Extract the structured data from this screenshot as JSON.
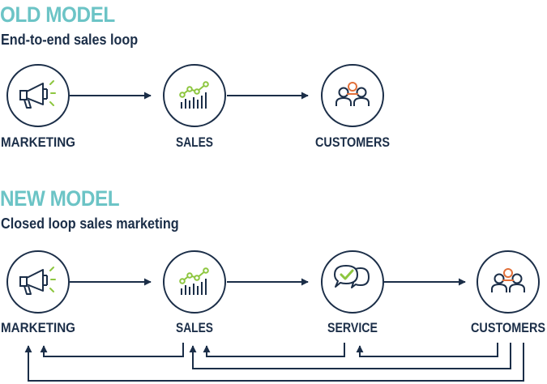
{
  "colors": {
    "heading": "#6cc4c6",
    "navy": "#1b2e48",
    "accent_green": "#8dc63f",
    "accent_orange": "#e2703a"
  },
  "old_model": {
    "title": "OLD MODEL",
    "subtitle": "End-to-end sales loop",
    "nodes": [
      {
        "label": "MARKETING",
        "icon": "megaphone-icon"
      },
      {
        "label": "SALES",
        "icon": "sales-chart-icon"
      },
      {
        "label": "CUSTOMERS",
        "icon": "customers-icon"
      }
    ]
  },
  "new_model": {
    "title": "NEW MODEL",
    "subtitle": "Closed loop sales marketing",
    "nodes": [
      {
        "label": "MARKETING",
        "icon": "megaphone-icon"
      },
      {
        "label": "SALES",
        "icon": "sales-chart-icon"
      },
      {
        "label": "SERVICE",
        "icon": "chat-bubbles-icon"
      },
      {
        "label": "CUSTOMERS",
        "icon": "customers-icon"
      }
    ]
  }
}
